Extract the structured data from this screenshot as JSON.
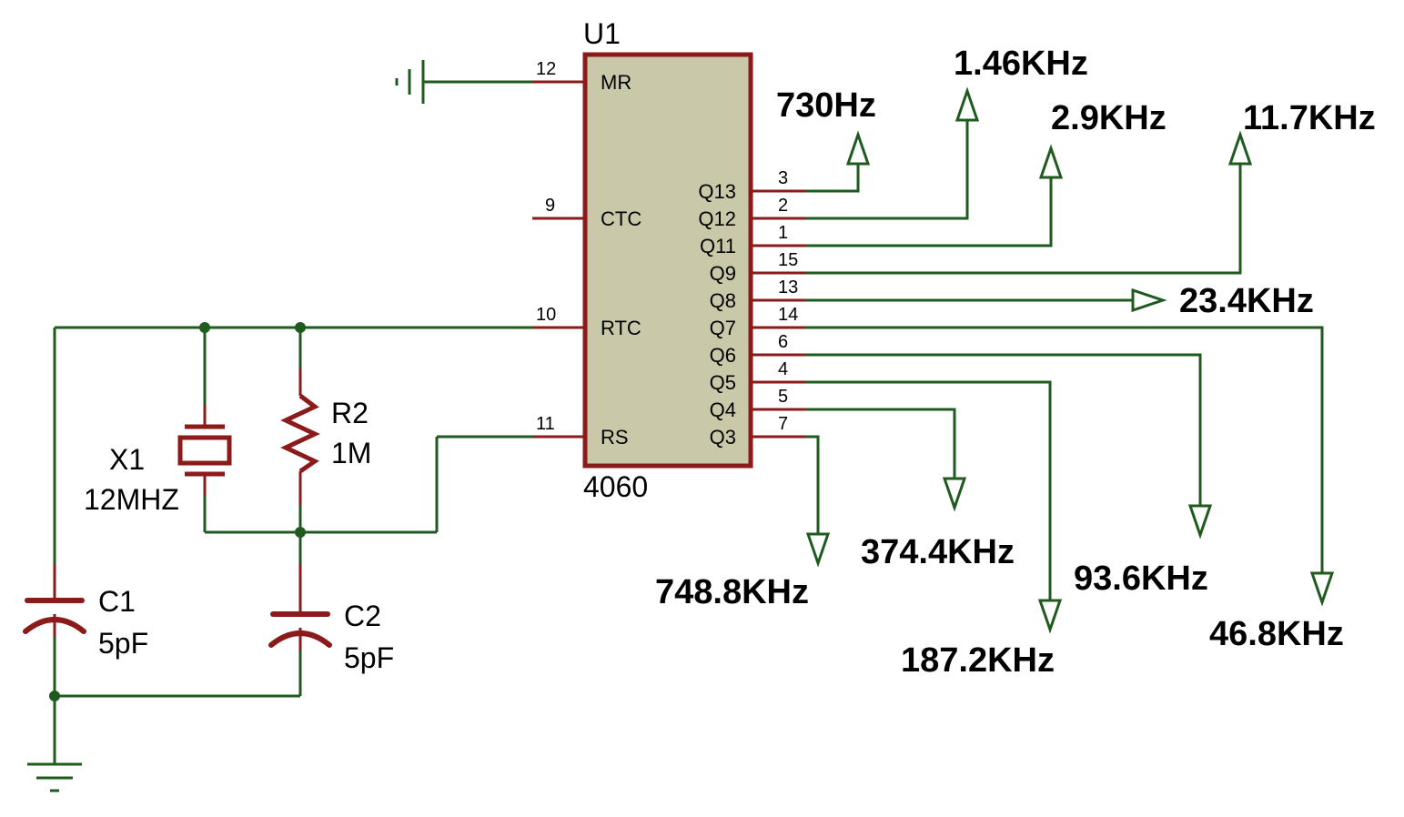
{
  "ic": {
    "ref": "U1",
    "part": "4060",
    "body_color": "#c9c9aa",
    "outline_color": "#8b1a1a",
    "left_pins": [
      {
        "name": "MR",
        "num": "12"
      },
      {
        "name": "CTC",
        "num": "9"
      },
      {
        "name": "RTC",
        "num": "10"
      },
      {
        "name": "RS",
        "num": "11"
      }
    ],
    "right_pins": [
      {
        "name": "Q13",
        "num": "3"
      },
      {
        "name": "Q12",
        "num": "2"
      },
      {
        "name": "Q11",
        "num": "1"
      },
      {
        "name": "Q9",
        "num": "15"
      },
      {
        "name": "Q8",
        "num": "13"
      },
      {
        "name": "Q7",
        "num": "14"
      },
      {
        "name": "Q6",
        "num": "6"
      },
      {
        "name": "Q5",
        "num": "4"
      },
      {
        "name": "Q4",
        "num": "5"
      },
      {
        "name": "Q3",
        "num": "7"
      }
    ]
  },
  "components": {
    "crystal": {
      "ref": "X1",
      "value": "12MHZ"
    },
    "resistor": {
      "ref": "R2",
      "value": "1M"
    },
    "cap1": {
      "ref": "C1",
      "value": "5pF"
    },
    "cap2": {
      "ref": "C2",
      "value": "5pF"
    }
  },
  "outputs": {
    "q13": "730Hz",
    "q12": "1.46KHz",
    "q11": "2.9KHz",
    "q9": "11.7KHz",
    "q8": "23.4KHz",
    "q7": "46.8KHz",
    "q6": "93.6KHz",
    "q5": "187.2KHz",
    "q4": "374.4KHz",
    "q3": "748.8KHz"
  },
  "colors": {
    "wire": "#1f5a1f",
    "component": "#8b1a1a"
  }
}
